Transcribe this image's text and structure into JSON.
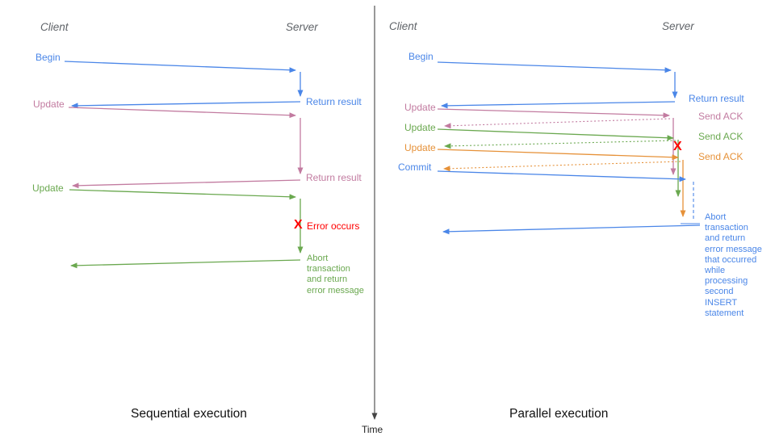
{
  "palette": {
    "blue": "#4a86e8",
    "pink": "#c27ba0",
    "green": "#6aa84f",
    "orange": "#e69138",
    "red": "#ff0000",
    "header_gray": "#5f6368",
    "axis_gray": "#444444"
  },
  "time_axis": {
    "label": "Time"
  },
  "left_diagram": {
    "caption": "Sequential execution",
    "client_header": "Client",
    "server_header": "Server",
    "begin": {
      "label": "Begin",
      "response": "Return result"
    },
    "update1": {
      "label": "Update",
      "response": "Return result"
    },
    "update2": {
      "label": "Update"
    },
    "error": {
      "glyph": "X",
      "label": "Error occurs"
    },
    "abort_text": "Abort\ntransaction\nand return\nerror message"
  },
  "right_diagram": {
    "caption": "Parallel execution",
    "client_header": "Client",
    "server_header": "Server",
    "begin": {
      "label": "Begin",
      "response": "Return result"
    },
    "update1": {
      "label": "Update",
      "ack": "Send ACK"
    },
    "update2": {
      "label": "Update",
      "ack": "Send ACK"
    },
    "update3": {
      "label": "Update",
      "ack": "Send ACK"
    },
    "commit": {
      "label": "Commit"
    },
    "error": {
      "glyph": "X"
    },
    "abort_text": "Abort\ntransaction\nand return\nerror message\nthat occurred\nwhile\nprocessing\nsecond\nINSERT\nstatement"
  }
}
